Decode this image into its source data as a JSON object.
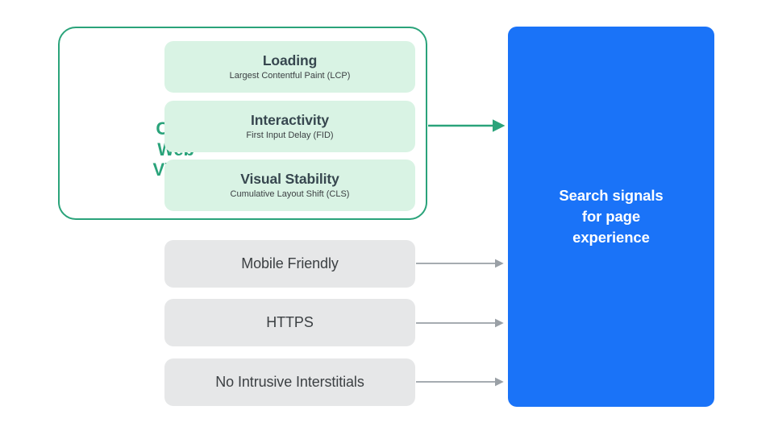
{
  "colors": {
    "green_accent": "#2aa37a",
    "green_card": "#d9f3e4",
    "grey_card": "#e6e7e8",
    "blue_box": "#1a73f8",
    "text_dark": "#3c4043",
    "arrow_grey": "#9aa0a6",
    "white": "#ffffff"
  },
  "core_web_vitals": {
    "group_label": "Core Web Vitals",
    "group_label_lines": [
      "Core",
      "Web",
      "Vitals"
    ],
    "cards": [
      {
        "title": "Loading",
        "subtitle": "Largest Contentful Paint (LCP)"
      },
      {
        "title": "Interactivity",
        "subtitle": "First Input Delay (FID)"
      },
      {
        "title": "Visual Stability",
        "subtitle": "Cumulative Layout Shift (CLS)"
      }
    ]
  },
  "other_signals": [
    {
      "label": "Mobile Friendly"
    },
    {
      "label": "HTTPS"
    },
    {
      "label": "No Intrusive Interstitials"
    }
  ],
  "result": {
    "text": "Search signals\nfor page\nexperience"
  },
  "arrows": [
    {
      "name": "core-web-vitals-arrow",
      "color": "#2aa37a"
    },
    {
      "name": "mobile-friendly-arrow",
      "color": "#9aa0a6"
    },
    {
      "name": "https-arrow",
      "color": "#9aa0a6"
    },
    {
      "name": "no-intrusive-interstitials-arrow",
      "color": "#9aa0a6"
    }
  ]
}
